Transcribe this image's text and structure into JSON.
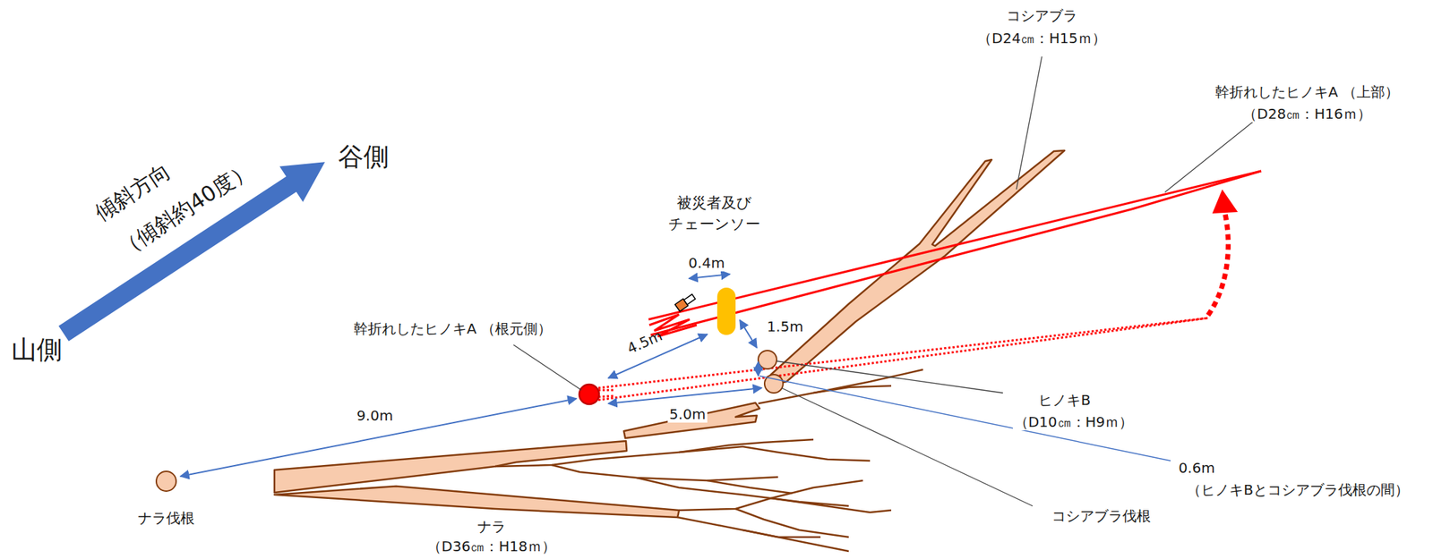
{
  "diagram": {
    "labels": [
      "コシアブラ",
      "（D24㎝：H15ｍ）",
      "幹折れしたヒノキA （上部）",
      "（D28㎝：H16ｍ）",
      "谷側",
      "傾斜方向",
      "（傾斜約40度）",
      "山側",
      "被災者及び",
      "チェーンソー",
      "0.4m",
      "1.5m",
      "4.5m",
      "幹折れしたヒノキA （根元側）",
      "9.0m",
      "5.0m",
      "ヒノキB",
      "（D10㎝：H9ｍ）",
      "0.6m",
      "（ヒノキBとコシアブラ伐根の間）",
      "コシアブラ伐根",
      "ナラ伐根",
      "ナラ",
      "（D36㎝：H18ｍ）"
    ]
  }
}
